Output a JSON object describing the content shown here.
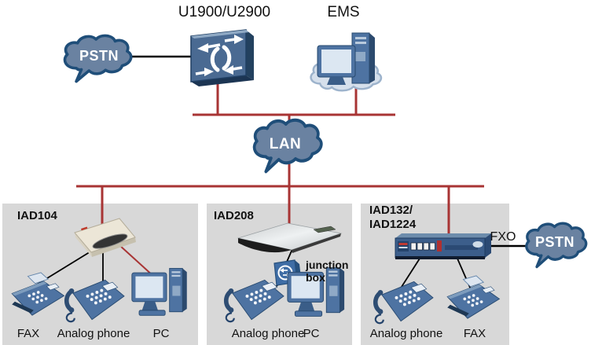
{
  "title_area": {
    "softswitch_label": "U1900/U2900",
    "ems_label": "EMS"
  },
  "clouds": {
    "pstn_left": "PSTN",
    "lan": "LAN",
    "pstn_right": "PSTN"
  },
  "links": {
    "fxo_label": "FXO"
  },
  "panels": {
    "iad104": {
      "title": "IAD104",
      "labels": {
        "fax": "FAX",
        "phone": "Analog phone",
        "pc": "PC"
      }
    },
    "iad208": {
      "title": "IAD208",
      "junction_line1": "junction",
      "junction_line2": "box",
      "labels": {
        "phone": "Analog phone",
        "pc": "PC"
      }
    },
    "iad132": {
      "title_line1": "IAD132/",
      "title_line2": "IAD1224",
      "labels": {
        "phone": "Analog phone",
        "fax": "FAX"
      }
    }
  },
  "colors": {
    "bus_red": "#a83434",
    "link_black": "#000000",
    "cloud_fill": "#6a82a1",
    "cloud_border": "#1f4e79",
    "ems_cloud_fill": "#d6e0ec",
    "ems_cloud_border": "#9db3cc",
    "panel_gray": "#d8d8d8",
    "device_blue": "#4e73a2"
  },
  "icons": {
    "pstn_left": "cloud-icon",
    "softswitch": "voice-switch-icon",
    "ems": "computer-on-cloud-icon",
    "lan": "cloud-icon",
    "iad104_device": "iad-desktop-unit-icon",
    "iad208_device": "iad-slim-unit-icon",
    "junction_box": "junction-box-icon",
    "iad132_device": "iad-rack-unit-icon",
    "fax": "fax-machine-icon",
    "phone": "analog-phone-icon",
    "pc": "desktop-pc-icon",
    "pstn_right": "cloud-icon"
  }
}
